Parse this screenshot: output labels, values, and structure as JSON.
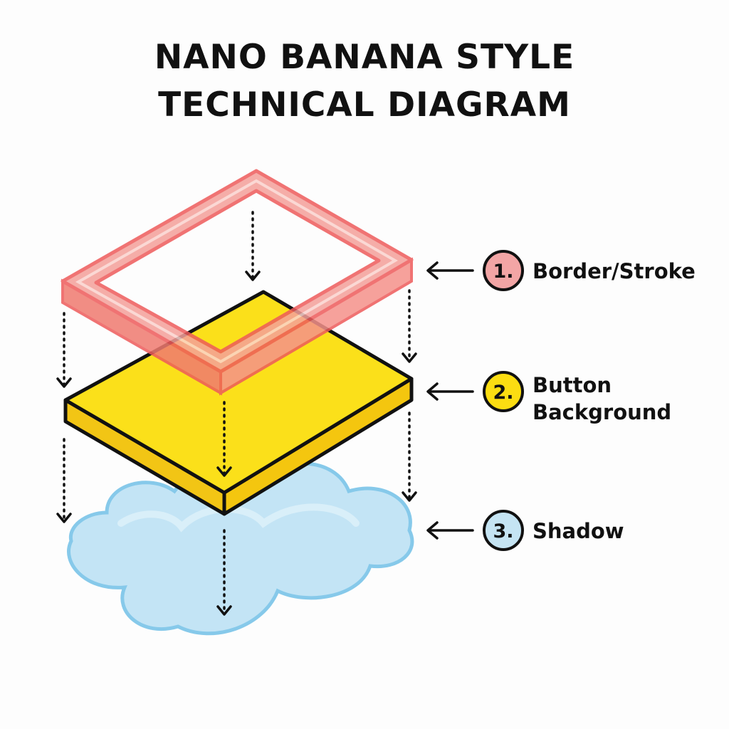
{
  "title": {
    "line1": "NANO BANANA STYLE",
    "line2": "TECHNICAL DIAGRAM"
  },
  "labels": [
    {
      "number": "1.",
      "text": "Border/Stroke",
      "color": "#f2a5a5"
    },
    {
      "number": "2.",
      "text_line1": "Button",
      "text_line2": "Background",
      "color": "#fbdd12"
    },
    {
      "number": "3.",
      "text": "Shadow",
      "color": "#c5e4f3"
    }
  ],
  "colors": {
    "border": "#ee5b5b",
    "background": "#fbdf17",
    "shadow": "#bfe2f4",
    "shadow_outline": "#86c9ea"
  }
}
